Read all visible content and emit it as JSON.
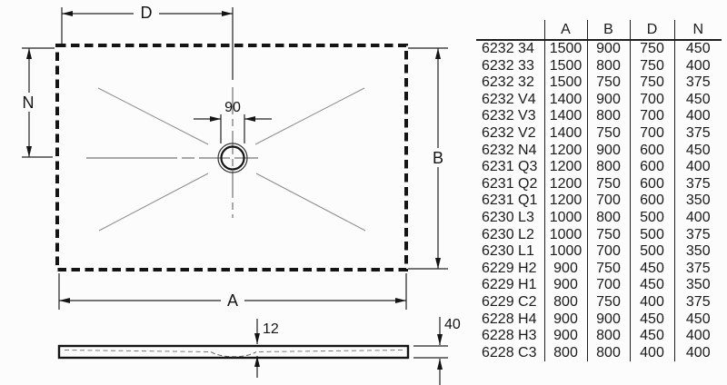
{
  "page": {
    "background": "#fcfcfc",
    "ink": "#141414"
  },
  "diagram": {
    "plan_labels": {
      "d": "D",
      "n": "N",
      "b": "B",
      "a": "A",
      "drain": "90"
    },
    "side_labels": {
      "depth": "12",
      "height": "40"
    }
  },
  "table": {
    "columns": [
      "A",
      "B",
      "D",
      "N"
    ],
    "rows": [
      {
        "model": "6232 34",
        "A": "1500",
        "B": "900",
        "D": "750",
        "N": "450"
      },
      {
        "model": "6232 33",
        "A": "1500",
        "B": "800",
        "D": "750",
        "N": "400"
      },
      {
        "model": "6232 32",
        "A": "1500",
        "B": "750",
        "D": "750",
        "N": "375"
      },
      {
        "model": "6232 V4",
        "A": "1400",
        "B": "900",
        "D": "700",
        "N": "450"
      },
      {
        "model": "6232 V3",
        "A": "1400",
        "B": "800",
        "D": "700",
        "N": "400"
      },
      {
        "model": "6232 V2",
        "A": "1400",
        "B": "750",
        "D": "700",
        "N": "375"
      },
      {
        "model": "6232 N4",
        "A": "1200",
        "B": "900",
        "D": "600",
        "N": "450"
      },
      {
        "model": "6231 Q3",
        "A": "1200",
        "B": "800",
        "D": "600",
        "N": "400"
      },
      {
        "model": "6231 Q2",
        "A": "1200",
        "B": "750",
        "D": "600",
        "N": "375"
      },
      {
        "model": "6231 Q1",
        "A": "1200",
        "B": "700",
        "D": "600",
        "N": "350"
      },
      {
        "model": "6230 L3",
        "A": "1000",
        "B": "800",
        "D": "500",
        "N": "400"
      },
      {
        "model": "6230 L2",
        "A": "1000",
        "B": "750",
        "D": "500",
        "N": "375"
      },
      {
        "model": "6230 L1",
        "A": "1000",
        "B": "700",
        "D": "500",
        "N": "350"
      },
      {
        "model": "6229 H2",
        "A": "900",
        "B": "750",
        "D": "450",
        "N": "375"
      },
      {
        "model": "6229 H1",
        "A": "900",
        "B": "700",
        "D": "450",
        "N": "350"
      },
      {
        "model": "6229 C2",
        "A": "800",
        "B": "750",
        "D": "400",
        "N": "375"
      },
      {
        "model": "6228 H4",
        "A": "900",
        "B": "900",
        "D": "450",
        "N": "450"
      },
      {
        "model": "6228 H3",
        "A": "900",
        "B": "800",
        "D": "450",
        "N": "400"
      },
      {
        "model": "6228 C3",
        "A": "800",
        "B": "800",
        "D": "400",
        "N": "400"
      }
    ]
  }
}
